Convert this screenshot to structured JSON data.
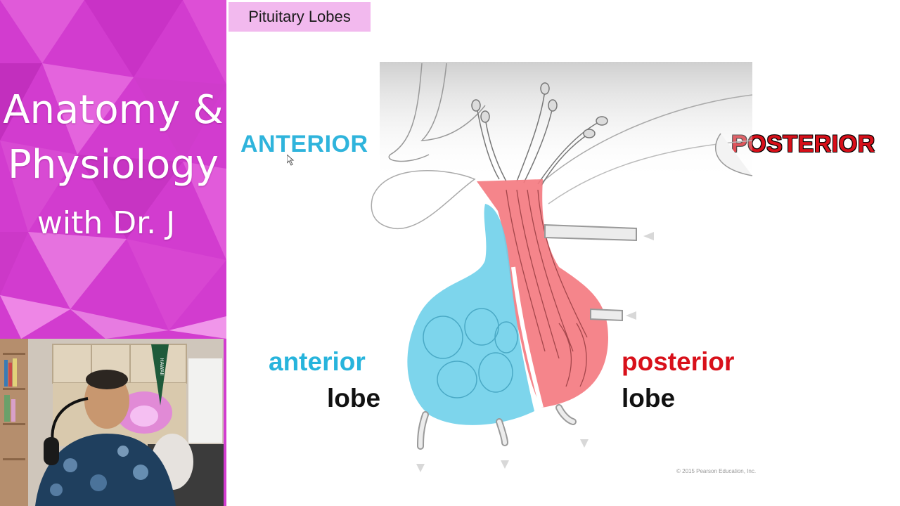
{
  "brand": {
    "line1": "Anatomy &",
    "line2": "Physiology",
    "line3": "with Dr. J"
  },
  "slide": {
    "title": "Pituitary Lobes",
    "anterior_direction": "ANTERIOR",
    "posterior_direction": "POSTERIOR",
    "anterior_lobe_word": "anterior",
    "anterior_lobe_suffix": "lobe",
    "posterior_lobe_word": "posterior",
    "posterior_lobe_suffix": "lobe",
    "copyright": "© 2015 Pearson Education, Inc."
  },
  "colors": {
    "sidebar_magenta": "#d63fd0",
    "title_bg": "#f2b9ee",
    "anterior_blue": "#2fb4dc",
    "posterior_red": "#d8101a"
  },
  "webcam": {
    "pennant_text": "HAWAII"
  }
}
